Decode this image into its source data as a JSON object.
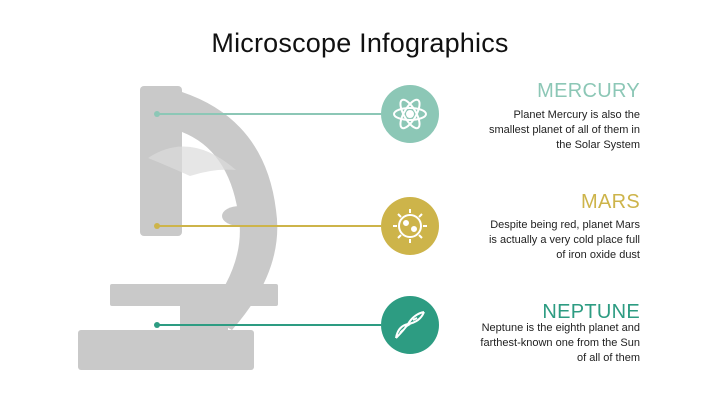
{
  "title": "Microscope Infographics",
  "colors": {
    "mercury": "#8cc7b6",
    "mars": "#cdb44a",
    "neptune": "#2d9c82",
    "microscope": "#c9c9c9"
  },
  "items": [
    {
      "heading": "MERCURY",
      "text": "Planet Mercury is also the smallest planet of all of them in the Solar System",
      "icon": "atom-icon"
    },
    {
      "heading": "MARS",
      "text": "Despite being red, planet Mars is actually a very cold place full of iron oxide dust",
      "icon": "virus-icon"
    },
    {
      "heading": "NEPTUNE",
      "text": "Neptune is the eighth planet and farthest-known one from the Sun of all of them",
      "icon": "dna-icon"
    }
  ]
}
